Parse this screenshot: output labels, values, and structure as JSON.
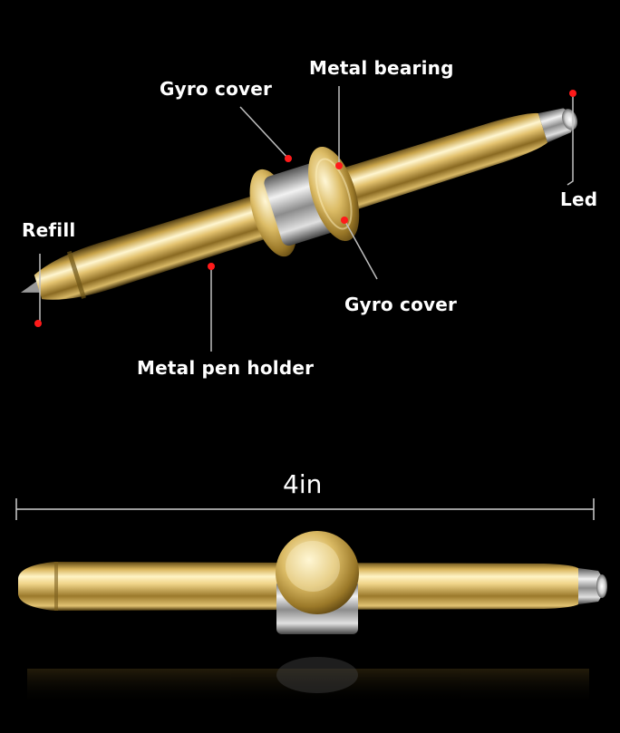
{
  "labels": {
    "gyro_cover_top": "Gyro cover",
    "metal_bearing": "Metal bearing",
    "led": "Led",
    "refill": "Refill",
    "gyro_cover_bottom": "Gyro cover",
    "metal_pen_holder": "Metal pen holder"
  },
  "dimension": {
    "length": "4in"
  },
  "colors": {
    "background": "#000000",
    "marker": "#ff1a1a",
    "leader_line": "#bfbfbf",
    "gold_light": "#fff4c8",
    "gold_mid": "#d9b45a",
    "gold_dark": "#6e5418"
  }
}
